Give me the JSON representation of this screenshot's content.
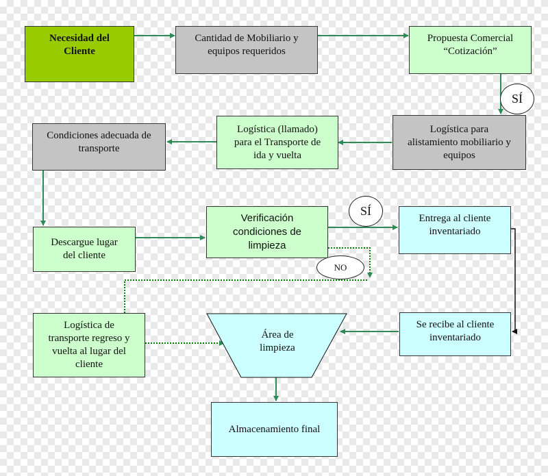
{
  "nodes": {
    "necesidad": "Necesidad del\nCliente",
    "cantidad": "Cantidad de Mobiliario y\nequipos requeridos",
    "propuesta": "Propuesta Comercial\n“Cotización”",
    "alistamiento": "Logística para\nalistamiento mobiliario y\nequipos",
    "logistica_transporte": "Logística (llamado)\npara el Transporte de\nida y vuelta",
    "condiciones": "Condiciones adecuada de\ntransporte",
    "descargue": "Descargue lugar\ndel cliente",
    "verificacion": "Verificación\ncondiciones de\nlimpieza",
    "entrega": "Entrega al cliente\ninventariado",
    "recibe": "Se recibe al cliente\ninventariado",
    "area": "Área de\nlimpieza",
    "logistica_regreso": "Logística de\ntransporte regreso y\nvuelta al lugar del\ncliente",
    "almacenamiento": "Almacenamiento final"
  },
  "decisions": {
    "si_top": "SÍ",
    "si_mid": "SÍ",
    "no": "NO"
  },
  "colors": {
    "arrow": "#2e8b57",
    "dotted": "#008000",
    "need": "#99cc00",
    "gray": "#c4c4c4",
    "mint": "#ccffcc",
    "cyan": "#ccffff"
  }
}
